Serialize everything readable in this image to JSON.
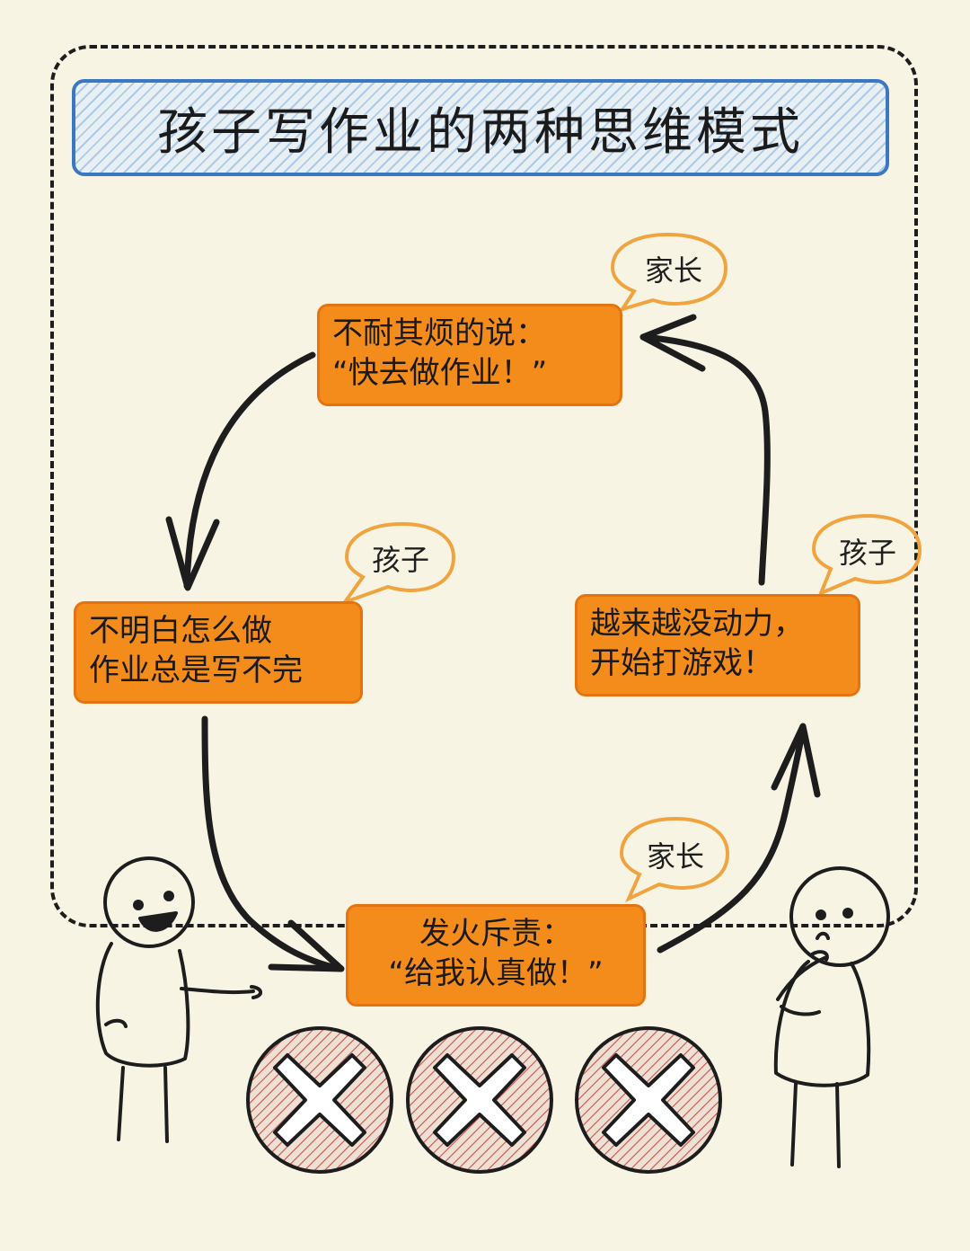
{
  "title": "孩子写作业的两种思维模式",
  "nodes": {
    "top": {
      "speaker": "家长",
      "lines": [
        "不耐其烦的说：",
        "“快去做作业！”"
      ]
    },
    "left": {
      "speaker": "孩子",
      "lines": [
        "不明白怎么做",
        "作业总是写不完"
      ]
    },
    "right": {
      "speaker": "孩子",
      "lines": [
        "越来越没动力，",
        "开始打游戏！"
      ]
    },
    "bottom": {
      "speaker": "家长",
      "lines": [
        "发火斥责：",
        "“给我认真做！”"
      ]
    }
  },
  "colors": {
    "background": "#f8f4e3",
    "box_fill": "#f48c1c",
    "bubble_outline": "#f0a440",
    "title_border": "#3a78c2",
    "x_mark_hatch": "#c8524a"
  },
  "icons": [
    "cycle-arrow",
    "stick-figure-happy",
    "stick-figure-thinking",
    "x-mark-icon"
  ]
}
